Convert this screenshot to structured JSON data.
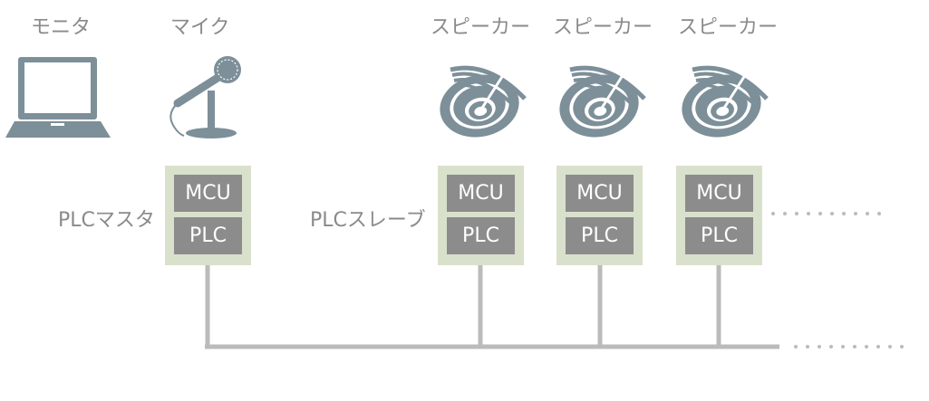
{
  "devices": {
    "monitor_label": "モニタ",
    "mic_label": "マイク",
    "speaker_labels": [
      "スピーカー",
      "スピーカー",
      "スピーカー"
    ]
  },
  "nodes": {
    "master_label": "PLCマスタ",
    "slave_label": "PLCスレーブ",
    "mcu": "MCU",
    "plc": "PLC"
  },
  "colors": {
    "icon": "#7d8f99",
    "node_bg": "#d9e1cc",
    "chip_bg": "#8c8c8c",
    "line": "#bbbbbb",
    "label": "#8a8a8a"
  },
  "icons": [
    "laptop-icon",
    "microphone-icon",
    "speaker-icon"
  ]
}
